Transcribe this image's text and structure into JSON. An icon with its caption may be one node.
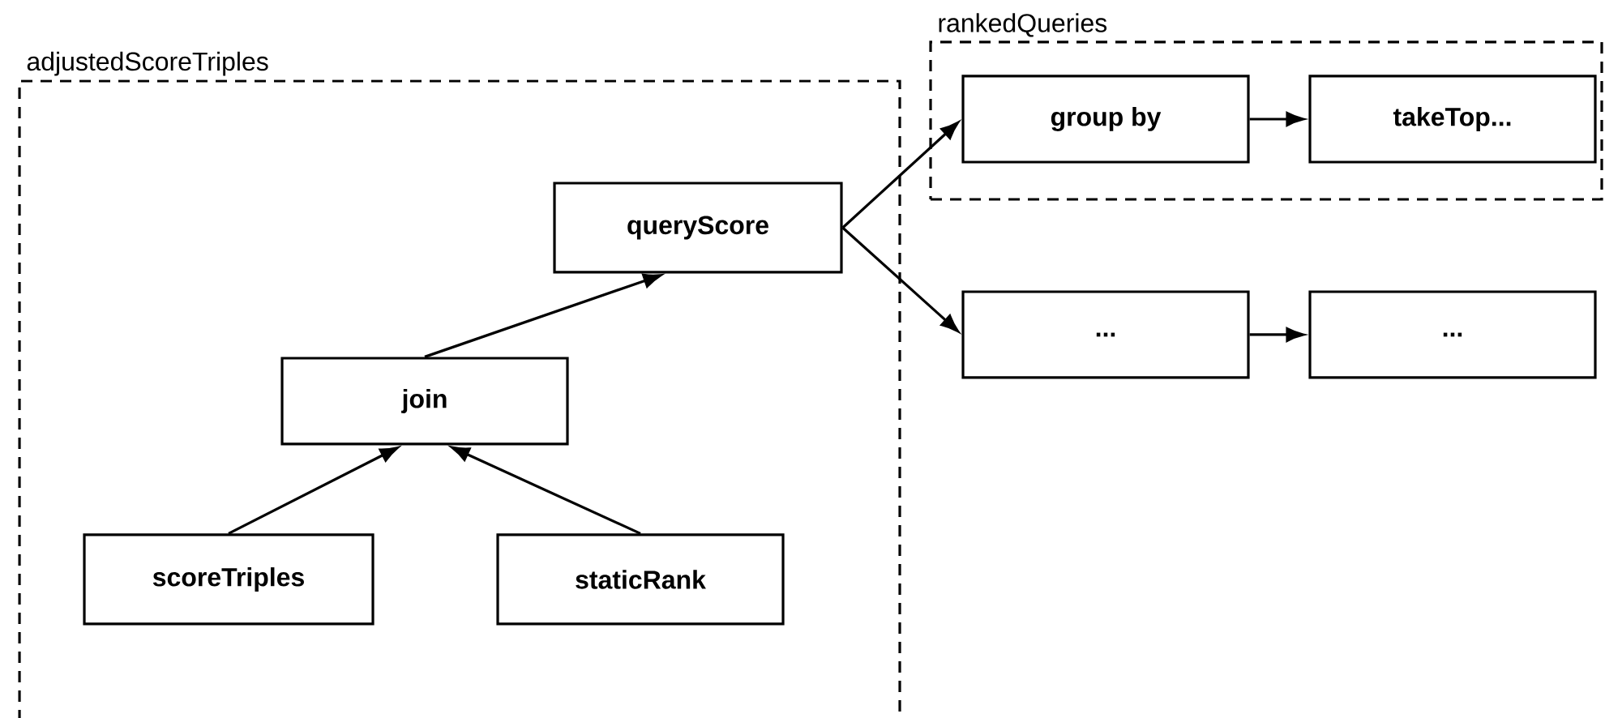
{
  "diagram": {
    "nodes": [
      {
        "text": [
          "adjustedScoreTriples"
        ]
      },
      {
        "text": [
          "queryScore"
        ],
        "in": 0
      },
      {
        "text": [
          "join"
        ],
        "in": 0
      },
      {
        "text": [
          "scoreTriples"
        ],
        "in": 0
      },
      {
        "text": [
          "staticRank"
        ],
        "in": 0
      },
      {
        "text": [
          "rankedQueries"
        ]
      },
      {
        "text": [
          "group by"
        ],
        "in": 5
      },
      {
        "text": [
          "takeTop..."
        ],
        "in": 5
      },
      {
        "text": [
          "..."
        ]
      },
      {
        "text": [
          "..."
        ]
      }
    ],
    "edges": [
      {
        "from": 3,
        "to": 2,
        "arrow": "to"
      },
      {
        "from": 4,
        "to": 2,
        "arrow": "to"
      },
      {
        "from": 2,
        "to": 1,
        "arrow": "to"
      },
      {
        "from": 1,
        "to": 6,
        "arrow": "to"
      },
      {
        "from": 1,
        "to": 8,
        "arrow": "to"
      },
      {
        "from": 6,
        "to": 7,
        "arrow": "to"
      },
      {
        "from": 8,
        "to": 9,
        "arrow": "to"
      }
    ]
  }
}
